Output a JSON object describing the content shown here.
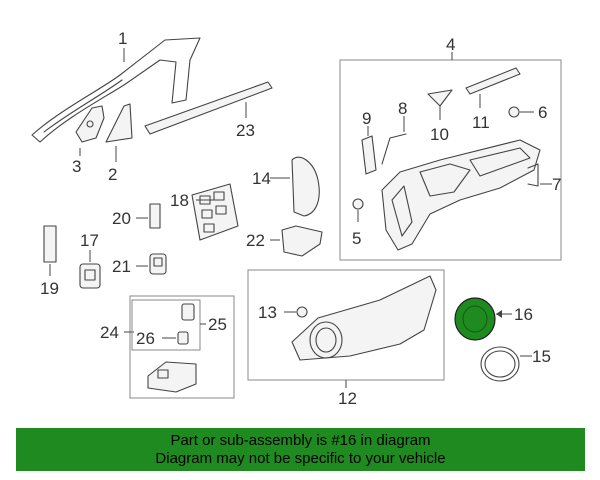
{
  "callouts": {
    "c1": "1",
    "c2": "2",
    "c3": "3",
    "c4": "4",
    "c5": "5",
    "c6": "6",
    "c7": "7",
    "c8": "8",
    "c9": "9",
    "c10": "10",
    "c11": "11",
    "c12": "12",
    "c13": "13",
    "c14": "14",
    "c15": "15",
    "c16": "16",
    "c17": "17",
    "c18": "18",
    "c19": "19",
    "c20": "20",
    "c21": "21",
    "c22": "22",
    "c23": "23",
    "c24": "24",
    "c25": "25",
    "c26": "26"
  },
  "highlight": {
    "part": "16",
    "color": "#1f8a1f"
  },
  "banner": {
    "line1": "Part or sub-assembly is #16 in diagram",
    "line2": "Diagram may not be specific to your vehicle",
    "color": "#1f8a1f"
  }
}
